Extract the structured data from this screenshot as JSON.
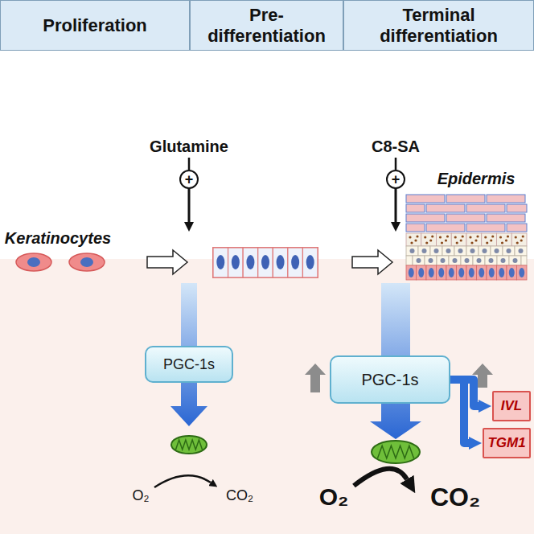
{
  "diagram": {
    "nodes": [
      {
        "text": [
          "Proliferation"
        ]
      },
      {
        "text": [
          "Pre-differentiation"
        ]
      },
      {
        "text": [
          "Terminal differentiation"
        ]
      },
      {
        "text": [
          "PGC-1s"
        ]
      },
      {
        "text": [
          "PGC-1s"
        ]
      },
      {
        "text": [
          "IVL"
        ]
      },
      {
        "text": [
          "TGM1"
        ]
      }
    ],
    "edges": [
      {
        "from": 4,
        "to": 5,
        "arrow": "to"
      },
      {
        "from": 4,
        "to": 6,
        "arrow": "to"
      }
    ],
    "labels": [
      "Epidermis",
      "Keratinocytes",
      "Glutamine",
      "+",
      "C8-SA",
      "+",
      "O₂",
      "CO₂",
      "O₂",
      "CO₂"
    ]
  }
}
